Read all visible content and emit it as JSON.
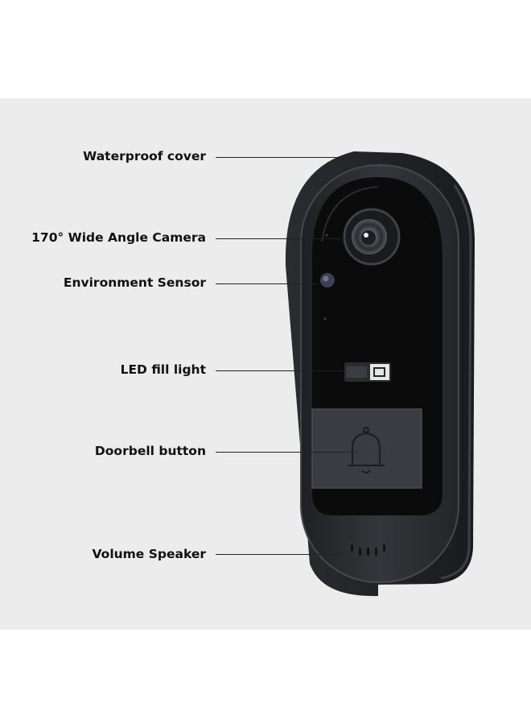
{
  "callouts": [
    {
      "id": "waterproof-cover",
      "text": "Waterproof cover"
    },
    {
      "id": "wide-angle-camera",
      "text": "170° Wide Angle Camera"
    },
    {
      "id": "environment-sensor",
      "text": "Environment Sensor"
    },
    {
      "id": "led-fill-light",
      "text": "LED fill light"
    },
    {
      "id": "doorbell-button",
      "text": "Doorbell button"
    },
    {
      "id": "volume-speaker",
      "text": "Volume Speaker"
    }
  ],
  "colors": {
    "background": "#ececec",
    "device_shell": "#2b2d31",
    "device_face": "#0b0b0c",
    "button": "#3a3c41",
    "label_text": "#111111"
  }
}
